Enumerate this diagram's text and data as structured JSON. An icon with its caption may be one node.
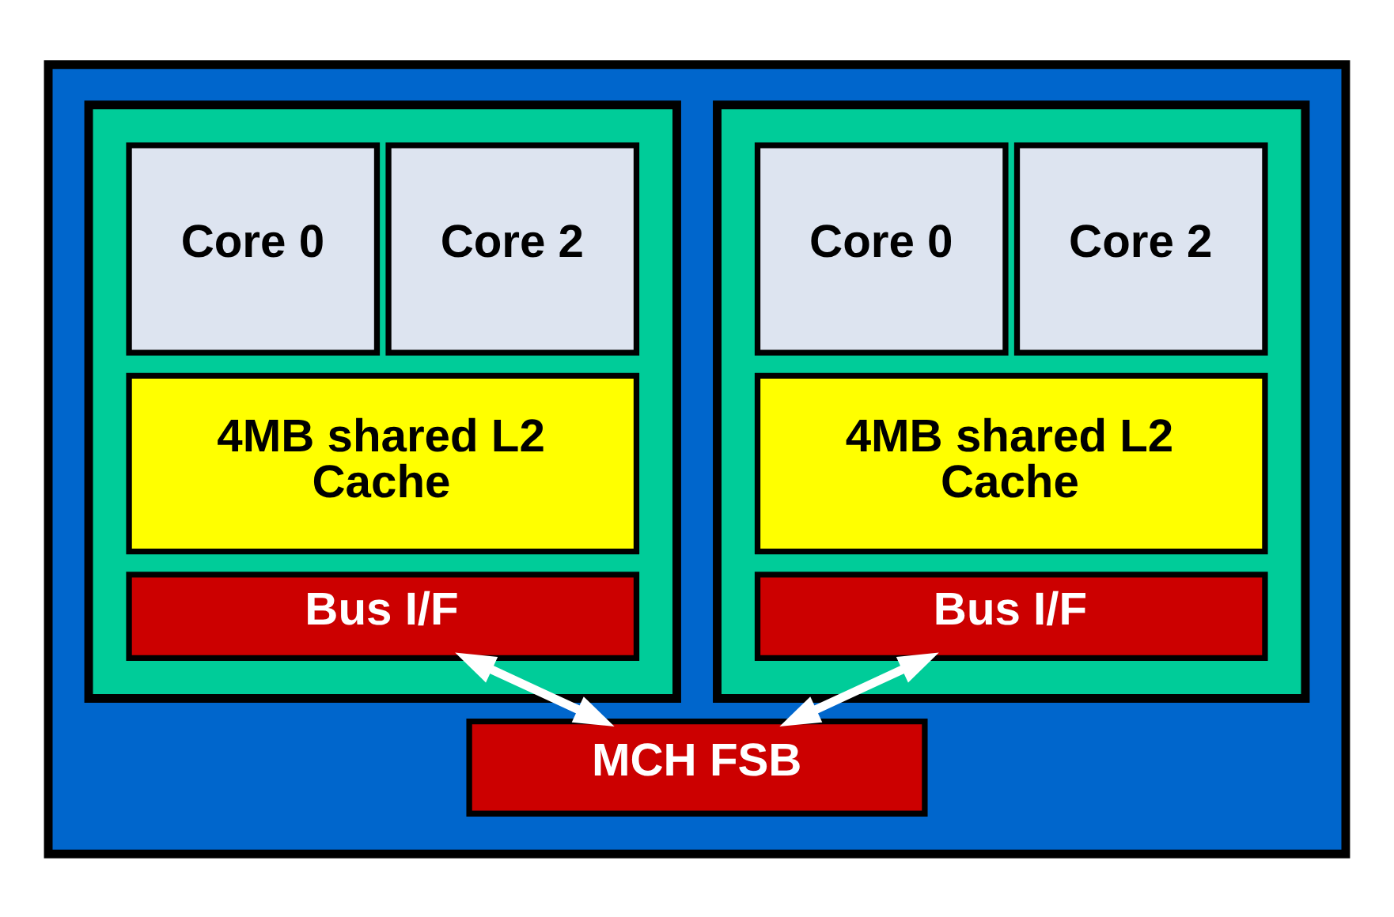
{
  "diagram": {
    "nodes": [
      {
        "text": [],
        "shape": "box"
      },
      {
        "text": [],
        "shape": "box",
        "in": 0
      },
      {
        "text": [
          "Core 0"
        ],
        "in": 1
      },
      {
        "text": [
          "Core 2"
        ],
        "in": 1
      },
      {
        "text": [
          "4MB shared L2 Cache"
        ],
        "in": 1
      },
      {
        "text": [
          "Bus I/F"
        ],
        "in": 1
      },
      {
        "text": [],
        "shape": "box",
        "in": 0
      },
      {
        "text": [
          "Core 0"
        ],
        "in": 6
      },
      {
        "text": [
          "Core 2"
        ],
        "in": 6
      },
      {
        "text": [
          "4MB shared L2 Cache"
        ],
        "in": 6
      },
      {
        "text": [
          "Bus I/F"
        ],
        "in": 6
      },
      {
        "text": [
          "MCH FSB"
        ],
        "in": 0
      }
    ],
    "edges": [
      {
        "from": 5,
        "to": 11,
        "arrow": "both"
      },
      {
        "from": 10,
        "to": 11,
        "arrow": "both"
      }
    ]
  }
}
